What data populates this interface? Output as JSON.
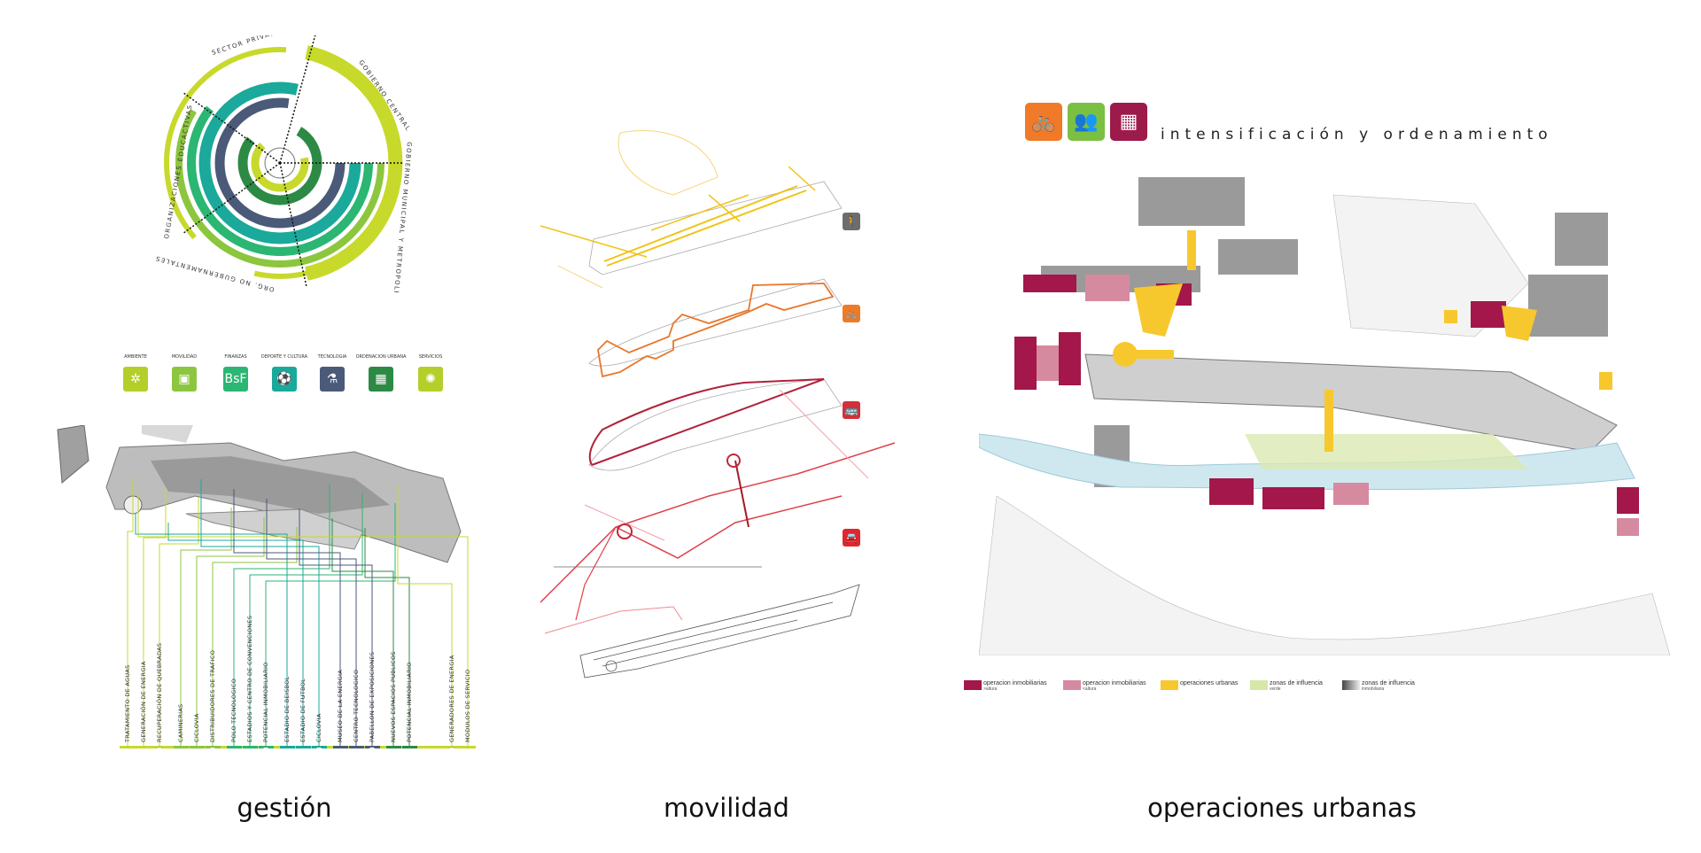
{
  "gestion": {
    "ring_labels": [
      "SECTOR PRIVADO",
      "GOBIERNO CENTRAL",
      "GOBIERNO MUNICIPAL Y METROPOLITANO",
      "ORG. NO GUBERNAMENTALES",
      "ORGANIZACIONES EDUCACTIVAS"
    ],
    "categories": [
      {
        "label": "AMBIENTE",
        "icon": "tree-icon",
        "color": "#b5cf2a",
        "glyph": "✲"
      },
      {
        "label": "MOVILIDAD",
        "icon": "bus-icon",
        "color": "#8cc63f",
        "glyph": "▣"
      },
      {
        "label": "FINANZAS",
        "icon": "bsf-currency-icon",
        "color": "#2bb673",
        "glyph": "BsF"
      },
      {
        "label": "DEPORTE Y CULTURA",
        "icon": "soccer-ball-icon",
        "color": "#1aa99a",
        "glyph": "⚽"
      },
      {
        "label": "TECNOLOGIA",
        "icon": "flask-icon",
        "color": "#4a5a78",
        "glyph": "⚗"
      },
      {
        "label": "ORDENACION URBANA",
        "icon": "building-grid-icon",
        "color": "#2d8a45",
        "glyph": "▦"
      },
      {
        "label": "SERVICIOS",
        "icon": "lightbulb-icon",
        "color": "#b5cf2a",
        "glyph": "✺"
      }
    ],
    "projects": [
      "TRATAMIENTO DE AGUAS",
      "GENERACIÓN DE ENERGIA",
      "RECUPERACIÓN DE QUEBRADAS",
      "CAMINERIAS",
      "CICLOVIA",
      "DISTRIBUIDORES DE TRAFICO",
      "POLO TECNOLOGICO",
      "ESTADIOS Y CENTRO DE CONVENCIONES",
      "POTENCIAL INMOBILIARIO",
      "ESTADIO DE BEISBOL",
      "ESTADIO DE FUTBOL",
      "CICLOVIA",
      "MUSEO DE LA ENERGIA",
      "CENTRO TECNOLOGICO",
      "PABELLON DE EXPOSICIONES",
      "NUEVOS ESPACIOS PUBLICOS",
      "POTENCIAL INMOBILIARIO",
      "GENERADORES DE ENERGIA",
      "MODULOS DE SERVICIO"
    ],
    "caption": "gestión"
  },
  "movilidad": {
    "modes": [
      {
        "name": "pedestrian",
        "icon": "pedestrian-icon",
        "color": "#6d6d6d",
        "glyph": "🚶"
      },
      {
        "name": "bicycle",
        "icon": "bicycle-icon",
        "color": "#f07a28",
        "glyph": "🚲"
      },
      {
        "name": "bus",
        "icon": "bus-icon",
        "color": "#d0313b",
        "glyph": "🚌"
      },
      {
        "name": "car",
        "icon": "car-icon",
        "color": "#e0262f",
        "glyph": "🚘"
      }
    ],
    "caption": "movilidad"
  },
  "operaciones": {
    "header_icons": [
      {
        "icon": "bicycle-icon",
        "color": "#f07a28",
        "glyph": "🚲"
      },
      {
        "icon": "people-icon",
        "color": "#7cc043",
        "glyph": "👥"
      },
      {
        "icon": "building-icon",
        "color": "#9c1b4a",
        "glyph": "▦"
      }
    ],
    "title": "intensificación y ordenamiento",
    "legend": [
      {
        "label": "operacion inmobiliarias",
        "sub": ">altura",
        "color": "#a3174a"
      },
      {
        "label": "operacion inmobiliarias",
        "sub": "<altura",
        "color": "#d68aa0"
      },
      {
        "label": "operaciones urbanas",
        "sub": "",
        "color": "#f7c82e"
      },
      {
        "label": "zonas de influencia",
        "sub": "verde",
        "color": "#d6e8a8"
      },
      {
        "label": "zonas de influencia",
        "sub": "inmobiliaria",
        "color": "#888888"
      }
    ],
    "caption": "operaciones urbanas"
  }
}
